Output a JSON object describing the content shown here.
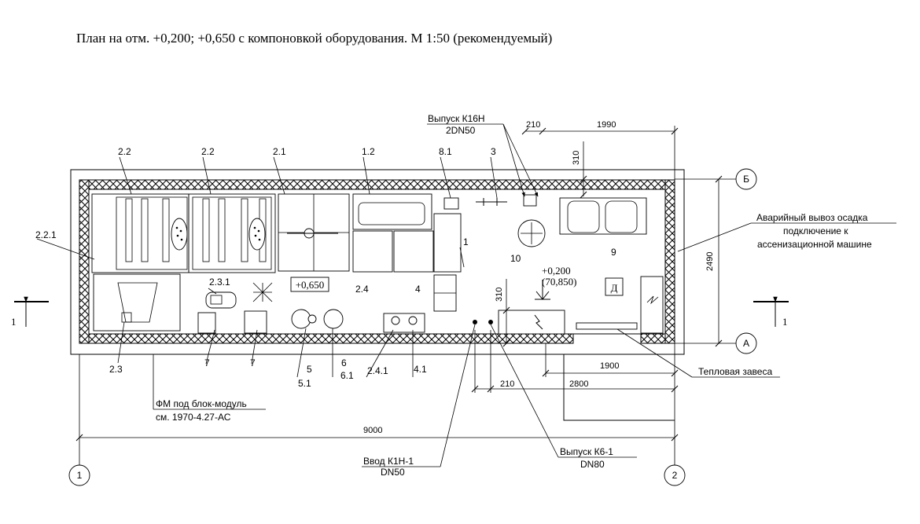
{
  "title": "План на отм. +0,200; +0,650 с компоновкой оборудования. М 1:50 (рекомендуемый)",
  "axes": {
    "left": "1",
    "right": "2",
    "top_row": "Б",
    "bottom_row": "А"
  },
  "section_marks": {
    "left": "1",
    "right": "1"
  },
  "dimensions": {
    "overall": "9000",
    "height": "2490",
    "d210_top": "210",
    "d1990": "1990",
    "d310_top": "310",
    "d310_mid": "310",
    "d1900": "1900",
    "d210_bot": "210",
    "d2800": "2800"
  },
  "levels": {
    "upper": "+0,650",
    "lower": "+0,200",
    "lower_abs": "(70,850)"
  },
  "room_label": "Д",
  "labels": {
    "l22a": "2.2",
    "l22b": "2.2",
    "l21": "2.1",
    "l12": "1.2",
    "l81": "8.1",
    "l3": "3",
    "l221": "2.2.1",
    "l1": "1",
    "l10": "10",
    "l9": "9",
    "l231": "2.3.1",
    "l24": "2.4",
    "l4": "4",
    "l23": "2.3",
    "l7a": "7",
    "l7b": "7",
    "l5": "5",
    "l51": "5.1",
    "l6": "6",
    "l61": "6.1",
    "l241": "2.4.1",
    "l41": "4.1"
  },
  "callouts": {
    "k16_title": "Выпуск К16Н",
    "k16_sub": "2DN50",
    "sludge_1": "Аварийный вывоз осадка",
    "sludge_2": "подключение к",
    "sludge_3": "ассенизационной машине",
    "curtain": "Тепловая завеса",
    "fm_1": "ФМ под блок-модуль",
    "fm_2": "см. 1970-4.27-АС",
    "k1_title": "Ввод К1Н-1",
    "k1_sub": "DN50",
    "k6_title": "Выпуск  К6-1",
    "k6_sub": "DN80"
  }
}
